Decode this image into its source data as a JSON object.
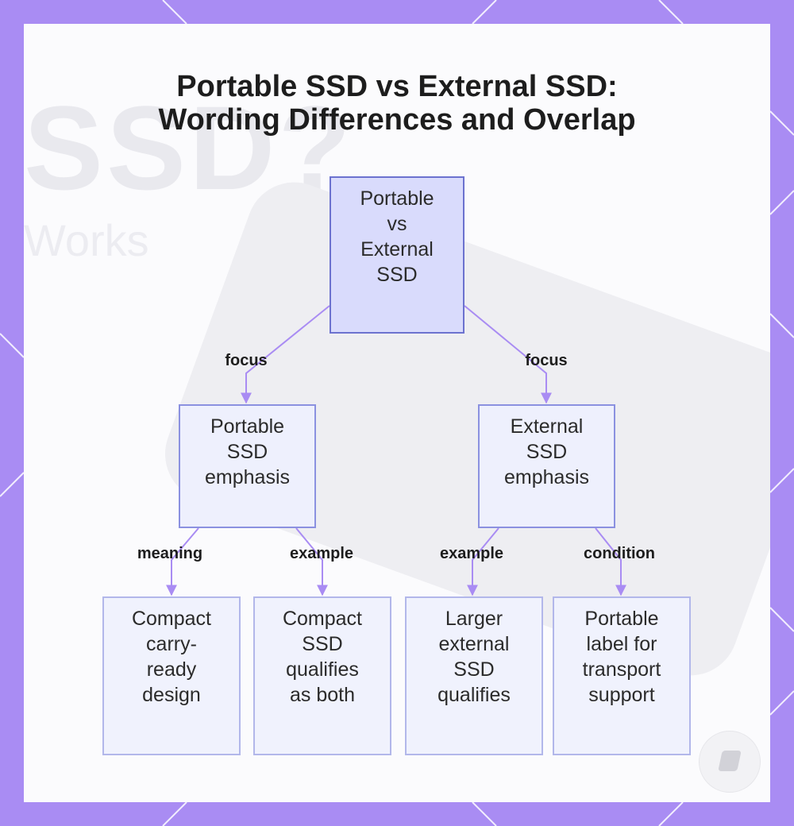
{
  "title": {
    "line1": "Portable SSD vs External SSD:",
    "line2": "Wording Differences and Overlap"
  },
  "background": {
    "ssd_text": "SSD?",
    "works_text": "Works"
  },
  "colors": {
    "frame": "#a98cf3",
    "panel": "#fbfbfd",
    "root_fill": "#d9dbfc",
    "root_border": "#6c72cf",
    "mid_fill": "#eef0fd",
    "leaf_fill": "#f0f2fd",
    "edge": "#a98cf3"
  },
  "nodes": {
    "root": {
      "label": "Portable vs External SSD",
      "lines": [
        "Portable",
        "vs",
        "External",
        "SSD"
      ]
    },
    "portable": {
      "label": "Portable SSD emphasis",
      "lines": [
        "Portable",
        "SSD",
        "emphasis"
      ]
    },
    "external": {
      "label": "External SSD emphasis",
      "lines": [
        "External",
        "SSD",
        "emphasis"
      ]
    },
    "leaf1": {
      "label": "Compact carry-ready design",
      "lines": [
        "Compact",
        "carry-",
        "ready",
        "design"
      ]
    },
    "leaf2": {
      "label": "Compact SSD qualifies as both",
      "lines": [
        "Compact",
        "SSD",
        "qualifies",
        "as both"
      ]
    },
    "leaf3": {
      "label": "Larger external SSD qualifies",
      "lines": [
        "Larger",
        "external",
        "SSD",
        "qualifies"
      ]
    },
    "leaf4": {
      "label": "Portable label for transport support",
      "lines": [
        "Portable",
        "label for",
        "transport",
        "support"
      ]
    }
  },
  "edges": [
    {
      "from": "root",
      "to": "portable",
      "label": "focus"
    },
    {
      "from": "root",
      "to": "external",
      "label": "focus"
    },
    {
      "from": "portable",
      "to": "leaf1",
      "label": "meaning"
    },
    {
      "from": "portable",
      "to": "leaf2",
      "label": "example"
    },
    {
      "from": "external",
      "to": "leaf3",
      "label": "example"
    },
    {
      "from": "external",
      "to": "leaf4",
      "label": "condition"
    }
  ]
}
